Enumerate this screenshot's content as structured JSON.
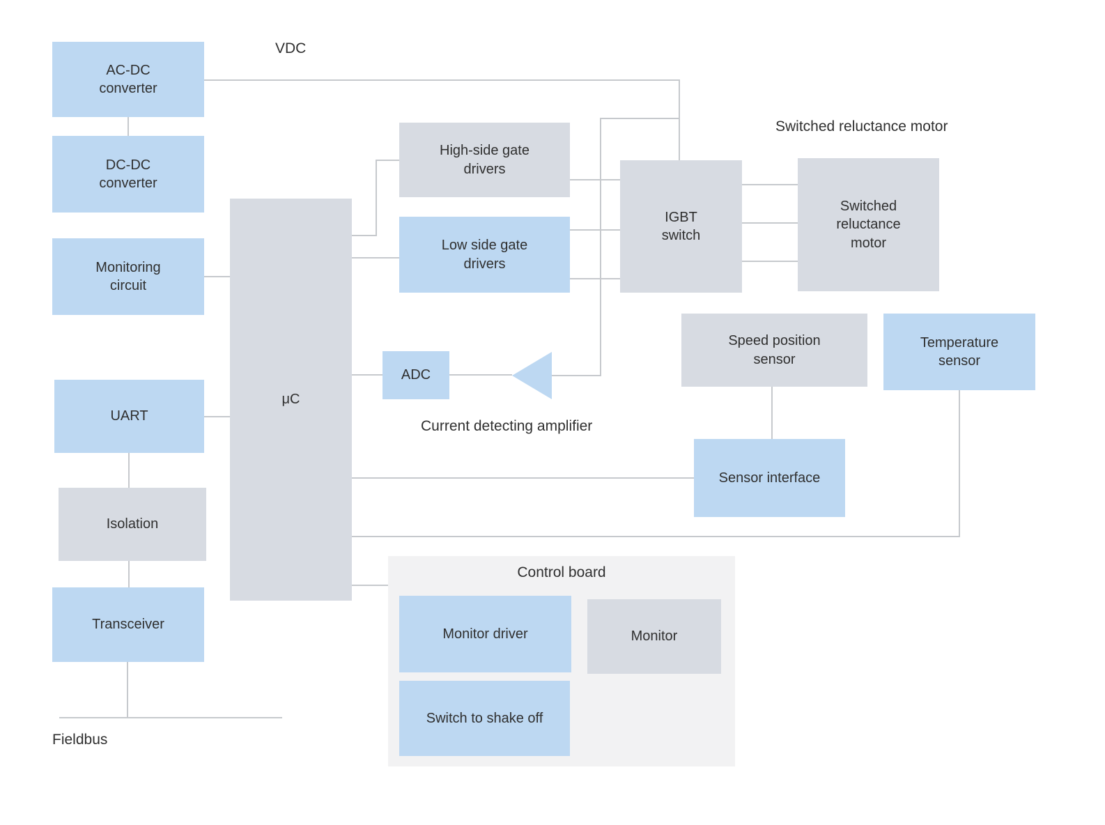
{
  "diagram": {
    "labels": {
      "vdc": "VDC",
      "srm_title": "Switched reluctance motor",
      "current_amp": "Current detecting amplifier",
      "fieldbus": "Fieldbus",
      "control_board": "Control board"
    },
    "blocks": {
      "acdc": {
        "label": "AC-DC\nconverter"
      },
      "dcdc": {
        "label": "DC-DC\nconverter"
      },
      "monitoring": {
        "label": "Monitoring\ncircuit"
      },
      "uart": {
        "label": "UART"
      },
      "isolation": {
        "label": "Isolation"
      },
      "transceiver": {
        "label": "Transceiver"
      },
      "uc": {
        "label": "μC"
      },
      "high_side": {
        "label": "High-side gate\ndrivers"
      },
      "low_side": {
        "label": "Low side gate\ndrivers"
      },
      "adc": {
        "label": "ADC"
      },
      "igbt": {
        "label": "IGBT\nswitch"
      },
      "motor": {
        "label": "Switched\nreluctance\nmotor"
      },
      "speed_sensor": {
        "label": "Speed  position\nsensor"
      },
      "temp_sensor": {
        "label": "Temperature\nsensor"
      },
      "sensor_interface": {
        "label": "Sensor interface"
      },
      "monitor_driver": {
        "label": "Monitor driver"
      },
      "monitor": {
        "label": "Monitor"
      },
      "switch_shake": {
        "label": "Switch to shake off"
      }
    },
    "colors": {
      "block_blue": "#bdd8f2",
      "block_gray": "#d7dbe2",
      "panel_gray": "#f2f2f3",
      "wire_gray": "#c6c9cd",
      "text": "#2f2f2f"
    }
  }
}
